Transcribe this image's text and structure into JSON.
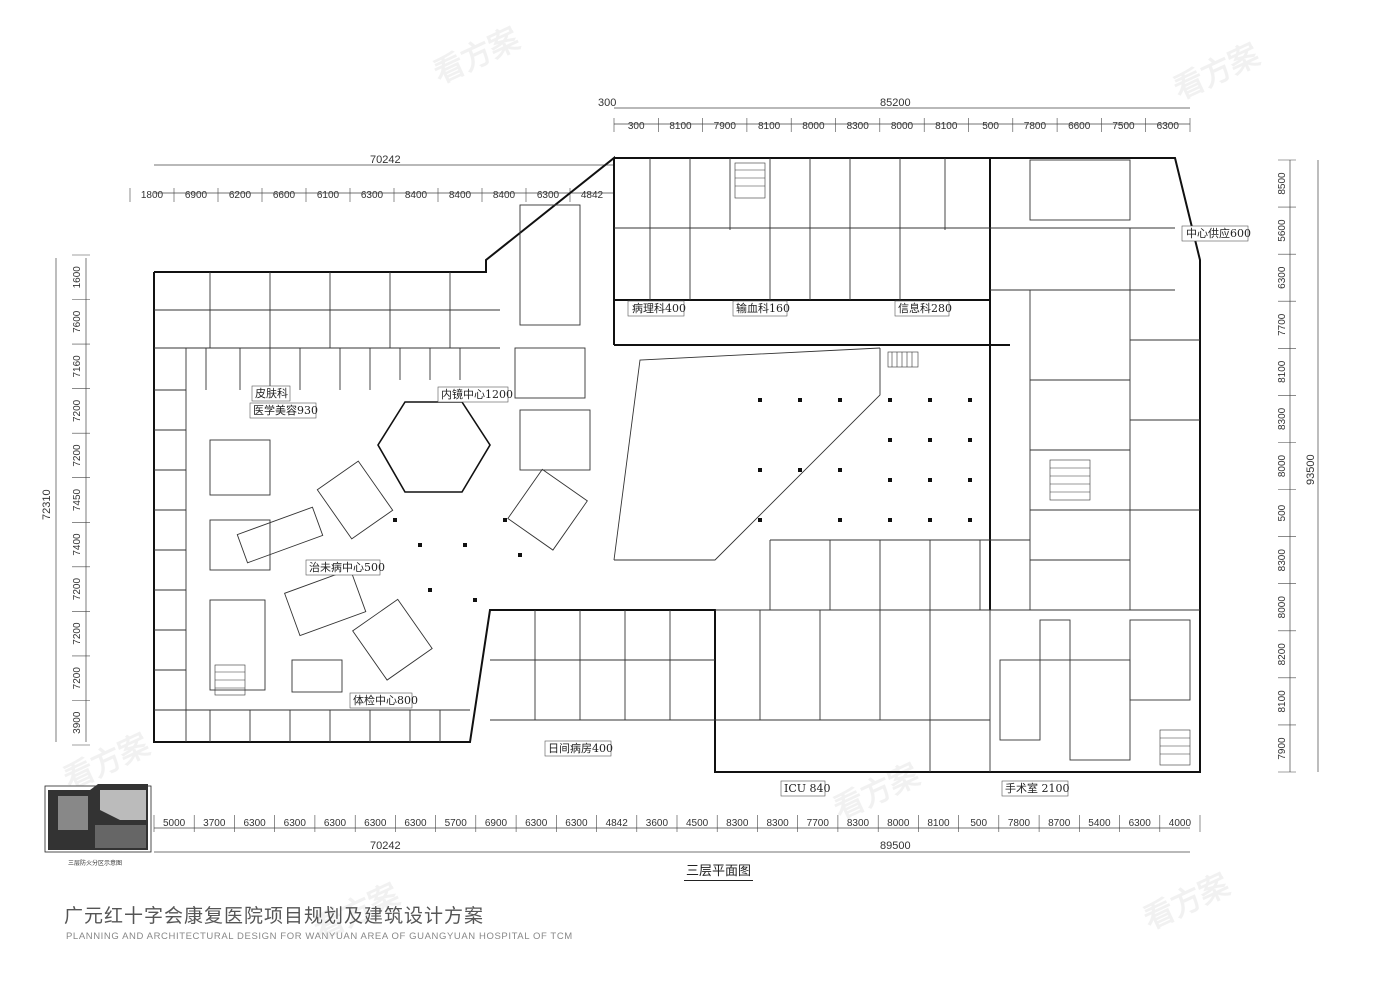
{
  "title": "广元红十字会康复医院项目规划及建筑设计方案",
  "subtitle": "PLANNING AND ARCHITECTURAL DESIGN FOR WANYUAN AREA OF GUANGYUAN HOSPITAL OF TCM",
  "floor_title": "三层平面图",
  "legend_caption": "三层防火分区示意图",
  "watermark_text": "看方案",
  "zones": {
    "pathology": "病理科400",
    "blood": "输血科160",
    "info": "信息科280",
    "supply": "中心供应600",
    "dermatology": "皮肤科",
    "cosmetic": "医学美容930",
    "endoscopy": "内镜中心1200",
    "preventive": "治未病中心500",
    "checkup": "体检中心800",
    "day_ward": "日间病房400",
    "icu": "ICU 840",
    "operating": "手术室 2100"
  },
  "dims": {
    "top_totals": [
      "300",
      "85200",
      "70242"
    ],
    "top_right_row": [
      "300",
      "8100",
      "7900",
      "8100",
      "8000",
      "8300",
      "8000",
      "8100",
      "500",
      "7800",
      "6600",
      "7500",
      "6300"
    ],
    "top_left_row": [
      "1800",
      "6900",
      "6200",
      "6600",
      "6100",
      "6300",
      "8400",
      "8400",
      "8400",
      "6300",
      "4842"
    ],
    "bottom_row": [
      "5000",
      "3700",
      "6300",
      "6300",
      "6300",
      "6300",
      "6300",
      "5700",
      "6900",
      "6300",
      "6300",
      "4842",
      "3600",
      "4500",
      "8300",
      "8300",
      "7700",
      "8300",
      "8000",
      "8100",
      "500",
      "7800",
      "8700",
      "5400",
      "6300",
      "4000"
    ],
    "bottom_totals": [
      "70242",
      "89500"
    ],
    "left_col": [
      "1600",
      "7600",
      "7160",
      "7200",
      "7200",
      "7450",
      "7400",
      "7200",
      "7200",
      "7200",
      "3900"
    ],
    "left_total": "72310",
    "right_col": [
      "8500",
      "5600",
      "6300",
      "7700",
      "8100",
      "8300",
      "8000",
      "500",
      "8300",
      "8000",
      "8200",
      "8100",
      "7900"
    ],
    "right_total": "93500"
  }
}
